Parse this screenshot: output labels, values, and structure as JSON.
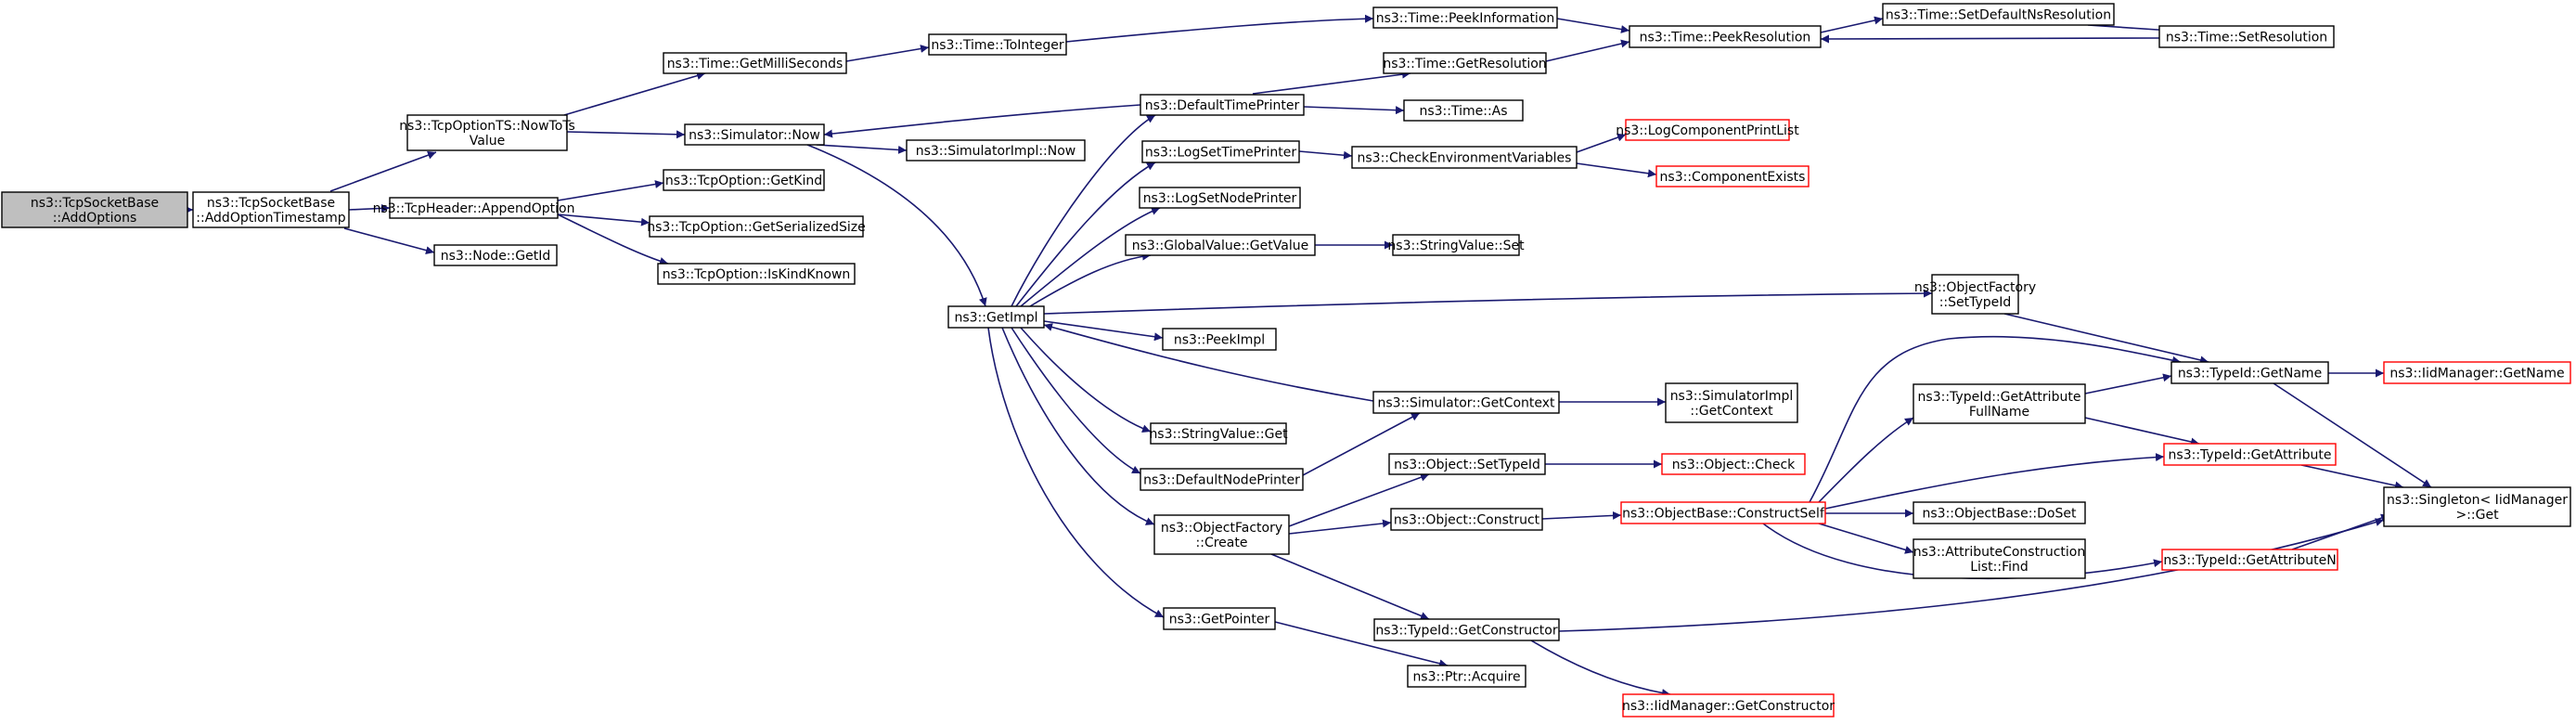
{
  "colors": {
    "edge": "#191970",
    "border_default": "#000000",
    "border_incomplete": "#ff0000",
    "fill_default": "#ffffff",
    "fill_root": "#bfbfbf"
  },
  "nodes": {
    "root": {
      "lines": [
        "ns3::TcpSocketBase",
        "::AddOptions"
      ],
      "style": "root"
    },
    "addts": {
      "lines": [
        "ns3::TcpSocketBase",
        "::AddOptionTimestamp"
      ],
      "style": "default"
    },
    "nowtots": {
      "lines": [
        "ns3::TcpOptionTS::NowToTs",
        "Value"
      ],
      "style": "default"
    },
    "append": {
      "lines": [
        "ns3::TcpHeader::AppendOption"
      ],
      "style": "default"
    },
    "getid": {
      "lines": [
        "ns3::Node::GetId"
      ],
      "style": "default"
    },
    "getms": {
      "lines": [
        "ns3::Time::GetMilliSeconds"
      ],
      "style": "default"
    },
    "simnow": {
      "lines": [
        "ns3::Simulator::Now"
      ],
      "style": "default"
    },
    "getkind": {
      "lines": [
        "ns3::TcpOption::GetKind"
      ],
      "style": "default"
    },
    "getser": {
      "lines": [
        "ns3::TcpOption::GetSerializedSize"
      ],
      "style": "default"
    },
    "iskind": {
      "lines": [
        "ns3::TcpOption::IsKindKnown"
      ],
      "style": "default"
    },
    "toint": {
      "lines": [
        "ns3::Time::ToInteger"
      ],
      "style": "default"
    },
    "simimplnow": {
      "lines": [
        "ns3::SimulatorImpl::Now"
      ],
      "style": "default"
    },
    "getimpl": {
      "lines": [
        "ns3::GetImpl"
      ],
      "style": "default"
    },
    "peekinfo": {
      "lines": [
        "ns3::Time::PeekInformation"
      ],
      "style": "default"
    },
    "getres": {
      "lines": [
        "ns3::Time::GetResolution"
      ],
      "style": "default"
    },
    "deftp": {
      "lines": [
        "ns3::DefaultTimePrinter"
      ],
      "style": "default"
    },
    "timeas": {
      "lines": [
        "ns3::Time::As"
      ],
      "style": "default"
    },
    "logsettp": {
      "lines": [
        "ns3::LogSetTimePrinter"
      ],
      "style": "default"
    },
    "checkenv": {
      "lines": [
        "ns3::CheckEnvironmentVariables"
      ],
      "style": "default"
    },
    "logsetnp": {
      "lines": [
        "ns3::LogSetNodePrinter"
      ],
      "style": "default"
    },
    "gvget": {
      "lines": [
        "ns3::GlobalValue::GetValue"
      ],
      "style": "default"
    },
    "svset": {
      "lines": [
        "ns3::StringValue::Set"
      ],
      "style": "default"
    },
    "peekimpl": {
      "lines": [
        "ns3::PeekImpl"
      ],
      "style": "default"
    },
    "simgetctx": {
      "lines": [
        "ns3::Simulator::GetContext"
      ],
      "style": "default"
    },
    "svget": {
      "lines": [
        "ns3::StringValue::Get"
      ],
      "style": "default"
    },
    "defnp": {
      "lines": [
        "ns3::DefaultNodePrinter"
      ],
      "style": "default"
    },
    "ofcreate": {
      "lines": [
        "ns3::ObjectFactory",
        "::Create"
      ],
      "style": "default"
    },
    "getptr": {
      "lines": [
        "ns3::GetPointer"
      ],
      "style": "default"
    },
    "peekres": {
      "lines": [
        "ns3::Time::PeekResolution"
      ],
      "style": "default"
    },
    "setdefns": {
      "lines": [
        "ns3::Time::SetDefaultNsResolution"
      ],
      "style": "default"
    },
    "setres": {
      "lines": [
        "ns3::Time::SetResolution"
      ],
      "style": "default"
    },
    "logcpl": {
      "lines": [
        "ns3::LogComponentPrintList"
      ],
      "style": "incomplete"
    },
    "compex": {
      "lines": [
        "ns3::ComponentExists"
      ],
      "style": "incomplete"
    },
    "ofsettid": {
      "lines": [
        "ns3::ObjectFactory",
        "::SetTypeId"
      ],
      "style": "default"
    },
    "simimplctx": {
      "lines": [
        "ns3::SimulatorImpl",
        "::GetContext"
      ],
      "style": "default"
    },
    "objsettid": {
      "lines": [
        "ns3::Object::SetTypeId"
      ],
      "style": "default"
    },
    "objcheck": {
      "lines": [
        "ns3::Object::Check"
      ],
      "style": "incomplete"
    },
    "objconstruct": {
      "lines": [
        "ns3::Object::Construct"
      ],
      "style": "default"
    },
    "constructself": {
      "lines": [
        "ns3::ObjectBase::ConstructSelf"
      ],
      "style": "incomplete"
    },
    "tidgetctor": {
      "lines": [
        "ns3::TypeId::GetConstructor"
      ],
      "style": "default"
    },
    "ptracquire": {
      "lines": [
        "ns3::Ptr::Acquire"
      ],
      "style": "default"
    },
    "iidgetctor": {
      "lines": [
        "ns3::IidManager::GetConstructor"
      ],
      "style": "incomplete"
    },
    "tidgafn": {
      "lines": [
        "ns3::TypeId::GetAttribute",
        "FullName"
      ],
      "style": "default"
    },
    "doset": {
      "lines": [
        "ns3::ObjectBase::DoSet"
      ],
      "style": "default"
    },
    "aclfind": {
      "lines": [
        "ns3::AttributeConstruction",
        "List::Find"
      ],
      "style": "default"
    },
    "tidgetname": {
      "lines": [
        "ns3::TypeId::GetName"
      ],
      "style": "default"
    },
    "tidgetattr": {
      "lines": [
        "ns3::TypeId::GetAttribute"
      ],
      "style": "incomplete"
    },
    "tidgetattrn": {
      "lines": [
        "ns3::TypeId::GetAttributeN"
      ],
      "style": "incomplete"
    },
    "iidgetname": {
      "lines": [
        "ns3::IidManager::GetName"
      ],
      "style": "incomplete"
    },
    "singleton": {
      "lines": [
        "ns3::Singleton< IidManager",
        " >::Get"
      ],
      "style": "default"
    }
  }
}
